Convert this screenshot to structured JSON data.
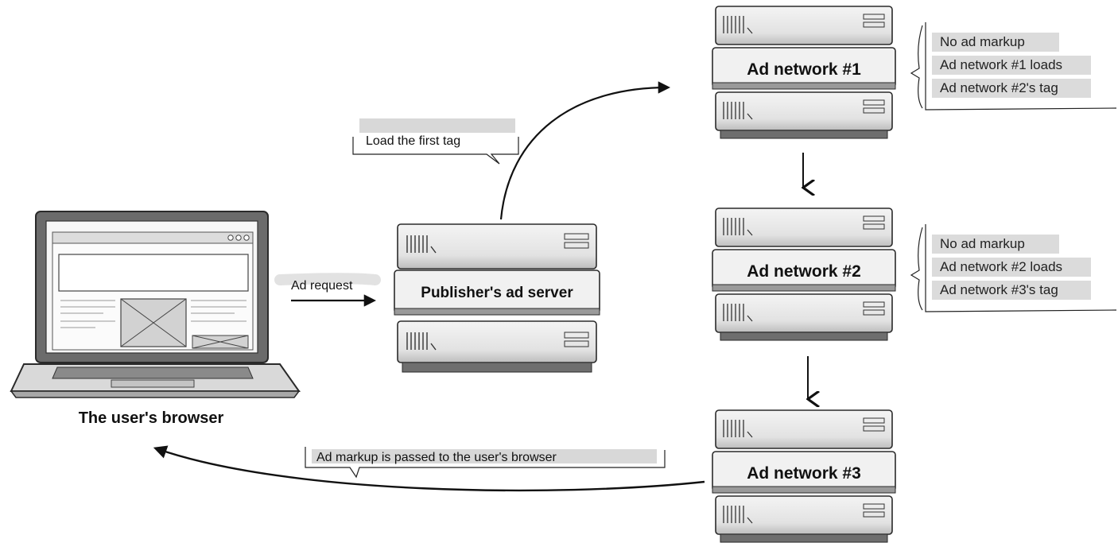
{
  "diagram": {
    "browser_label": "The user's browser",
    "ad_request_label": "Ad request",
    "load_first_tag_label": "Load the first tag",
    "publisher_server_label": "Publisher's ad server",
    "ad_markup_passed_label": "Ad markup is passed to the user's browser",
    "networks": [
      {
        "label": "Ad network #1",
        "notes": [
          "No ad markup",
          "Ad network #1 loads",
          "Ad network #2's tag"
        ]
      },
      {
        "label": "Ad network #2",
        "notes": [
          "No ad markup",
          "Ad network #2 loads",
          "Ad network #3's tag"
        ]
      },
      {
        "label": "Ad network #3",
        "notes": []
      }
    ]
  }
}
